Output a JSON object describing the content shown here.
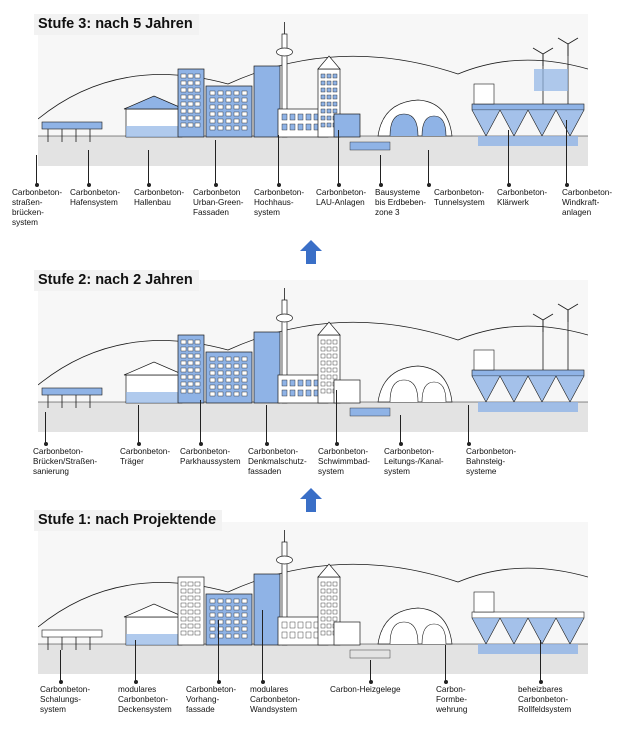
{
  "colors": {
    "accent": "#5b8bd6",
    "accent_fill": "#8fb3e6",
    "ink": "#1a1a1a",
    "ground": "#e3e3e3",
    "sky": "#f7f7f7"
  },
  "stages": [
    {
      "title": "Stufe 3: nach 5 Jahren",
      "labels": [
        "Carbonbeton-\nstraßen-\nbrücken-\nsystem",
        "Carbonbeton-\nHafensystem",
        "Carbonbeton-\nHallenbau",
        "Carbonbeton\nUrban-Green-\nFassaden",
        "Carbonbeton-\nHochhaus-\nsystem",
        "Carbonbeton-\nLAU-Anlagen",
        "Bausysteme\nbis Erdbeben-\nzone 3",
        "Carbonbeton-\nTunnelsystem",
        "Carbonbeton-\nKlärwerk",
        "Carbonbeton-\nWindkraft-\nanlagen"
      ]
    },
    {
      "title": "Stufe 2: nach 2 Jahren",
      "labels": [
        "Carbonbeton-\nBrücken/Straßen-\nsanierung",
        "Carbonbeton-\nTräger",
        "Carbonbeton-\nParkhaussystem",
        "Carbonbeton-\nDenkmalschutz-\nfassaden",
        "Carbonbeton-\nSchwimmbad-\nsystem",
        "Carbonbeton-\nLeitungs-/Kanal-\nsystem",
        "Carbonbeton-\nBahnsteig-\nsysteme"
      ]
    },
    {
      "title": "Stufe 1: nach Projektende",
      "labels": [
        "Carbonbeton-\nSchalungs-\nsystem",
        "modulares\nCarbonbeton-\nDeckensystem",
        "Carbonbeton-\nVorhang-\nfassade",
        "modulares\nCarbonbeton-\nWandsystem",
        "Carbon-Heizgelege",
        "Carbon-\nFormbe-\nwehrung",
        "beheizbares\nCarbonbeton-\nRollfeldsystem"
      ]
    }
  ]
}
